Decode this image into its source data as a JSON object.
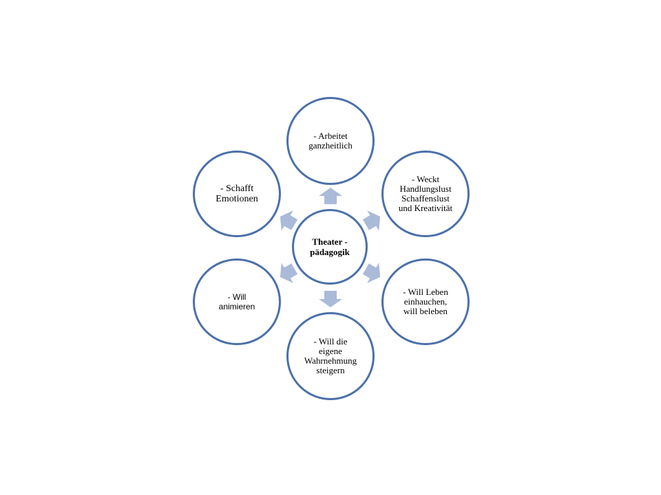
{
  "diagram": {
    "center": {
      "lines": [
        "Theater -",
        "pädagogik"
      ]
    },
    "nodes": {
      "top": {
        "lines": [
          "- Arbeitet",
          "ganzheitlich"
        ]
      },
      "upper_right": {
        "lines": [
          "- Weckt",
          "Handlungslust",
          "Schaffenslust",
          "und Kreativität"
        ]
      },
      "lower_right": {
        "lines": [
          "- Will Leben",
          "einhauchen,",
          "will beleben"
        ]
      },
      "bottom": {
        "lines": [
          "- Will die",
          "eigene",
          "Wahrnehmung",
          "steigern"
        ]
      },
      "lower_left": {
        "lines": [
          "- Will",
          "animieren"
        ]
      },
      "upper_left": {
        "lines": [
          "- Schafft",
          "Emotionen"
        ]
      }
    },
    "colors": {
      "circle_border": "#4a70a9",
      "arrow_fill": "#aabad9",
      "background": "#ffffff"
    }
  }
}
